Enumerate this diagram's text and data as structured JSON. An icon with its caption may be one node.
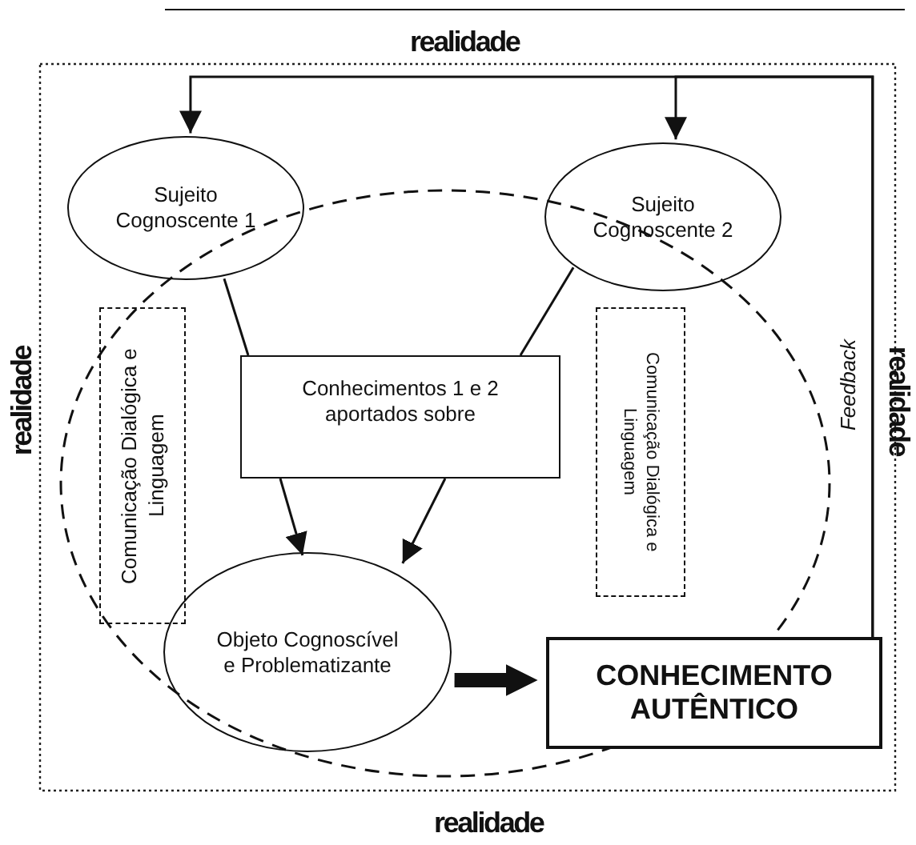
{
  "diagram": {
    "nodes": [
      {
        "text": [
          "realidade",
          "realidade",
          "realidade",
          "realidade"
        ]
      },
      {
        "text": [
          "Sujeito Cognoscente 1"
        ],
        "in": 0
      },
      {
        "text": [
          "Sujeito Cognoscente 2"
        ],
        "in": 0
      },
      {
        "text": [
          "Comunicação Dialógica e Linguagem"
        ],
        "in": 0
      },
      {
        "text": [
          "Conhecimentos 1 e 2 aportados sobre"
        ],
        "in": 0
      },
      {
        "text": [
          "Comunicação Dialógica e Linguagem"
        ],
        "in": 0
      },
      {
        "text": [
          "Objeto Cognoscível e Problematizante"
        ],
        "in": 0
      },
      {
        "text": [
          "CONHECIMENTO AUTÊNTICO"
        ],
        "in": 0
      }
    ],
    "edges": [
      {
        "from": 1,
        "to": 4,
        "arrow": "none"
      },
      {
        "from": 2,
        "to": 4,
        "arrow": "none"
      },
      {
        "from": 4,
        "to": 6,
        "arrow": "to"
      },
      {
        "from": 4,
        "to": 6,
        "arrow": "to"
      },
      {
        "from": 6,
        "to": 7,
        "arrow": "to",
        "style": "thick"
      },
      {
        "from": 7,
        "to": 1,
        "arrow": "to",
        "label": "Feedback"
      },
      {
        "from": 7,
        "to": 2,
        "arrow": "to"
      }
    ]
  }
}
